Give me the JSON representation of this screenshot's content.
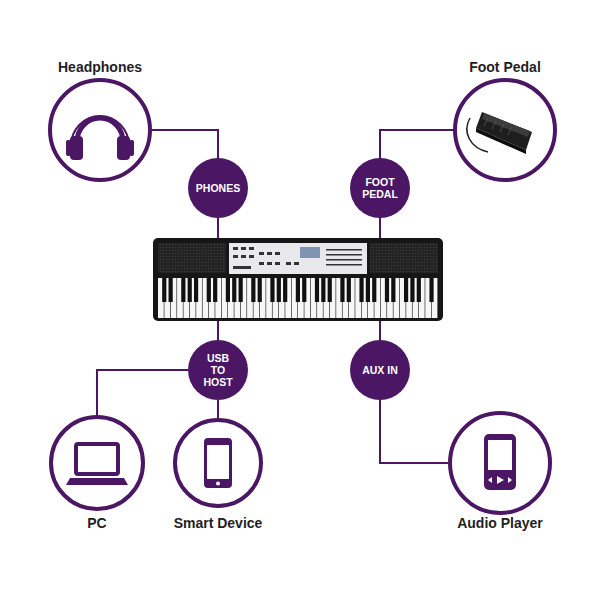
{
  "diagram": {
    "nodes": [
      {
        "text": [
          "Headphones"
        ]
      },
      {
        "text": [
          "Foot Pedal"
        ]
      },
      {
        "text": [
          "PHONES"
        ]
      },
      {
        "text": [
          "FOOT PEDAL"
        ]
      },
      {
        "text": [
          "USB TO HOST"
        ]
      },
      {
        "text": [
          "AUX IN"
        ]
      },
      {
        "text": [
          "PC"
        ]
      },
      {
        "text": [
          "Smart Device"
        ]
      },
      {
        "text": [
          "Audio Player"
        ]
      }
    ],
    "edges": [
      {
        "from": 0,
        "to": 2,
        "arrow": "none"
      },
      {
        "from": 1,
        "to": 3,
        "arrow": "none"
      },
      {
        "from": 4,
        "to": 6,
        "arrow": "none"
      },
      {
        "from": 4,
        "to": 7,
        "arrow": "none"
      },
      {
        "from": 5,
        "to": 8,
        "arrow": "none"
      }
    ]
  }
}
